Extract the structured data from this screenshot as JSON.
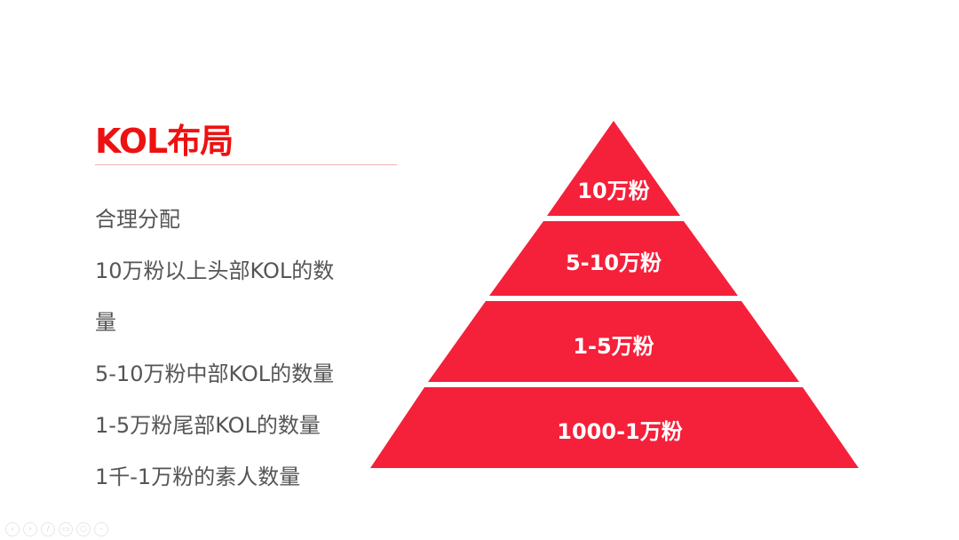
{
  "slide": {
    "title": "KOL布局",
    "items": [
      "合理分配",
      "10万粉以上头部KOL的数",
      "量",
      "5-10万粉中部KOL的数量",
      "1-5万粉尾部KOL的数量",
      "1千-1万粉的素人数量"
    ]
  },
  "pyramid": {
    "color": "#f5203a",
    "bands": [
      {
        "label": "10万粉"
      },
      {
        "label": "5-10万粉"
      },
      {
        "label": "1-5万粉"
      },
      {
        "label": "1000-1万粉"
      }
    ]
  },
  "toolbar": {
    "icons": [
      "prev-icon",
      "next-icon",
      "pen-icon",
      "slides-icon",
      "zoom-icon",
      "more-icon"
    ]
  }
}
